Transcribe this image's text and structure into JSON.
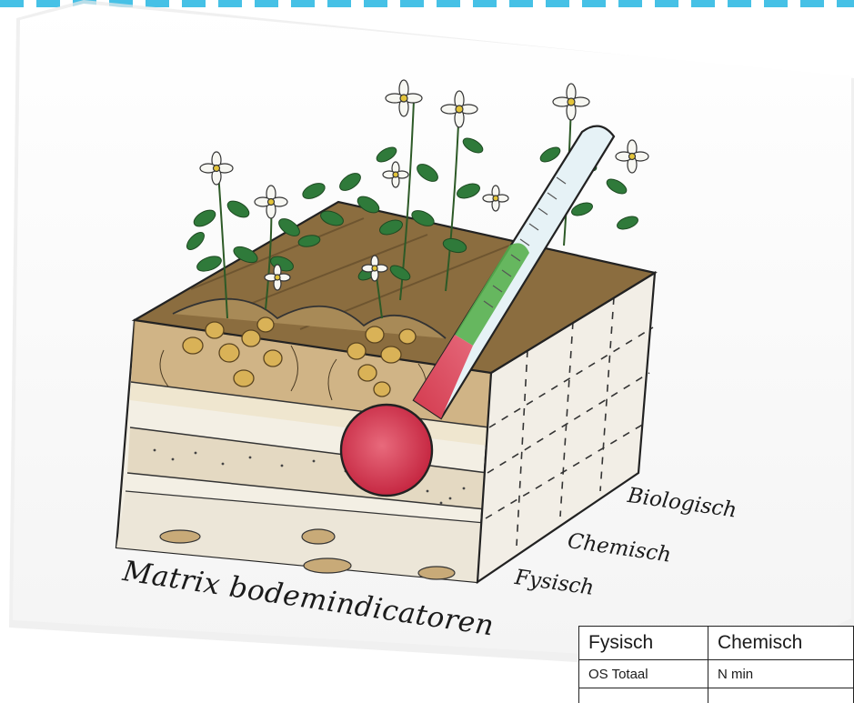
{
  "title": "Matrix bodemindicatoren",
  "side_labels": {
    "biologisch": "Biologisch",
    "chemisch": "Chemisch",
    "fysisch": "Fysisch"
  },
  "table": {
    "headers": [
      "Fysisch",
      "Chemisch"
    ],
    "rows": [
      [
        "OS Totaal",
        "N min"
      ]
    ]
  },
  "colors": {
    "dash_border": "#46c1e6",
    "soil_top": "#8b6d3f",
    "thermometer_bulb": "#d33a4e",
    "thermometer_fill_green": "#58b04f",
    "leaf_green": "#2f7a3a"
  },
  "icons": [
    "soil-block-illustration",
    "thermometer-icon",
    "potato-plant-icon",
    "flower-icon"
  ]
}
